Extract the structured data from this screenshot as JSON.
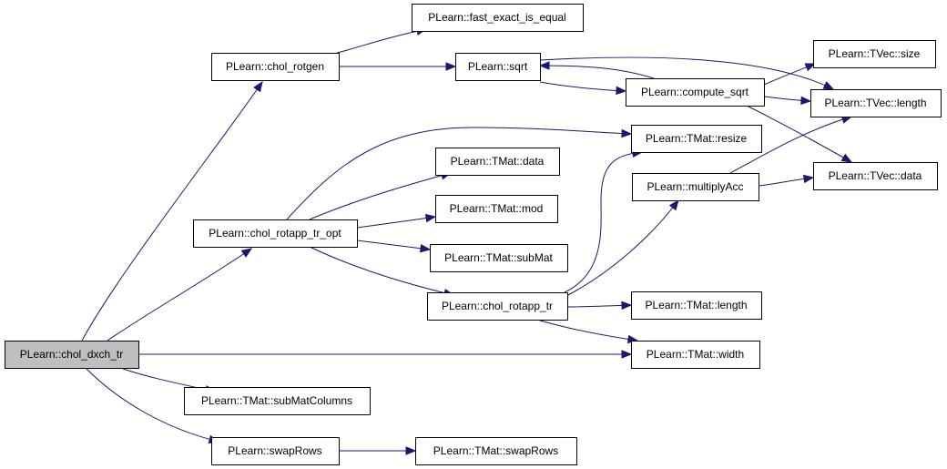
{
  "nodes": [
    {
      "id": "chol_dxch_tr",
      "label": "PLearn::chol_dxch_tr",
      "root": true
    },
    {
      "id": "chol_rotgen",
      "label": "PLearn::chol_rotgen"
    },
    {
      "id": "fast_exact_is_equal",
      "label": "PLearn::fast_exact_is_equal"
    },
    {
      "id": "sqrt",
      "label": "PLearn::sqrt"
    },
    {
      "id": "compute_sqrt",
      "label": "PLearn::compute_sqrt"
    },
    {
      "id": "tvec_size",
      "label": "PLearn::TVec::size"
    },
    {
      "id": "tvec_length",
      "label": "PLearn::TVec::length"
    },
    {
      "id": "tmat_resize",
      "label": "PLearn::TMat::resize"
    },
    {
      "id": "tvec_data",
      "label": "PLearn::TVec::data"
    },
    {
      "id": "multiplyAcc",
      "label": "PLearn::multiplyAcc"
    },
    {
      "id": "tmat_data",
      "label": "PLearn::TMat::data"
    },
    {
      "id": "tmat_mod",
      "label": "PLearn::TMat::mod"
    },
    {
      "id": "chol_rotapp_tr_opt",
      "label": "PLearn::chol_rotapp_tr_opt"
    },
    {
      "id": "tmat_subMat",
      "label": "PLearn::TMat::subMat"
    },
    {
      "id": "chol_rotapp_tr",
      "label": "PLearn::chol_rotapp_tr"
    },
    {
      "id": "tmat_length",
      "label": "PLearn::TMat::length"
    },
    {
      "id": "tmat_width",
      "label": "PLearn::TMat::width"
    },
    {
      "id": "tmat_subMatColumns",
      "label": "PLearn::TMat::subMatColumns"
    },
    {
      "id": "swapRows",
      "label": "PLearn::swapRows"
    },
    {
      "id": "tmat_swapRows",
      "label": "PLearn::TMat::swapRows"
    }
  ],
  "edges": [
    {
      "from": "chol_dxch_tr",
      "to": "chol_rotgen"
    },
    {
      "from": "chol_dxch_tr",
      "to": "chol_rotapp_tr_opt"
    },
    {
      "from": "chol_dxch_tr",
      "to": "tmat_width"
    },
    {
      "from": "chol_dxch_tr",
      "to": "tmat_subMatColumns"
    },
    {
      "from": "chol_dxch_tr",
      "to": "swapRows"
    },
    {
      "from": "chol_rotgen",
      "to": "fast_exact_is_equal"
    },
    {
      "from": "chol_rotgen",
      "to": "sqrt"
    },
    {
      "from": "sqrt",
      "to": "compute_sqrt"
    },
    {
      "from": "sqrt",
      "to": "tvec_length"
    },
    {
      "from": "compute_sqrt",
      "to": "sqrt"
    },
    {
      "from": "compute_sqrt",
      "to": "tvec_size"
    },
    {
      "from": "compute_sqrt",
      "to": "tvec_length"
    },
    {
      "from": "compute_sqrt",
      "to": "tvec_data"
    },
    {
      "from": "chol_rotapp_tr_opt",
      "to": "tmat_resize"
    },
    {
      "from": "chol_rotapp_tr_opt",
      "to": "tmat_data"
    },
    {
      "from": "chol_rotapp_tr_opt",
      "to": "tmat_mod"
    },
    {
      "from": "chol_rotapp_tr_opt",
      "to": "tmat_subMat"
    },
    {
      "from": "chol_rotapp_tr_opt",
      "to": "chol_rotapp_tr"
    },
    {
      "from": "chol_rotapp_tr",
      "to": "tmat_resize"
    },
    {
      "from": "chol_rotapp_tr",
      "to": "multiplyAcc"
    },
    {
      "from": "chol_rotapp_tr",
      "to": "tmat_length"
    },
    {
      "from": "chol_rotapp_tr",
      "to": "tmat_width"
    },
    {
      "from": "multiplyAcc",
      "to": "tvec_length"
    },
    {
      "from": "multiplyAcc",
      "to": "tvec_data"
    },
    {
      "from": "swapRows",
      "to": "tmat_swapRows"
    }
  ]
}
